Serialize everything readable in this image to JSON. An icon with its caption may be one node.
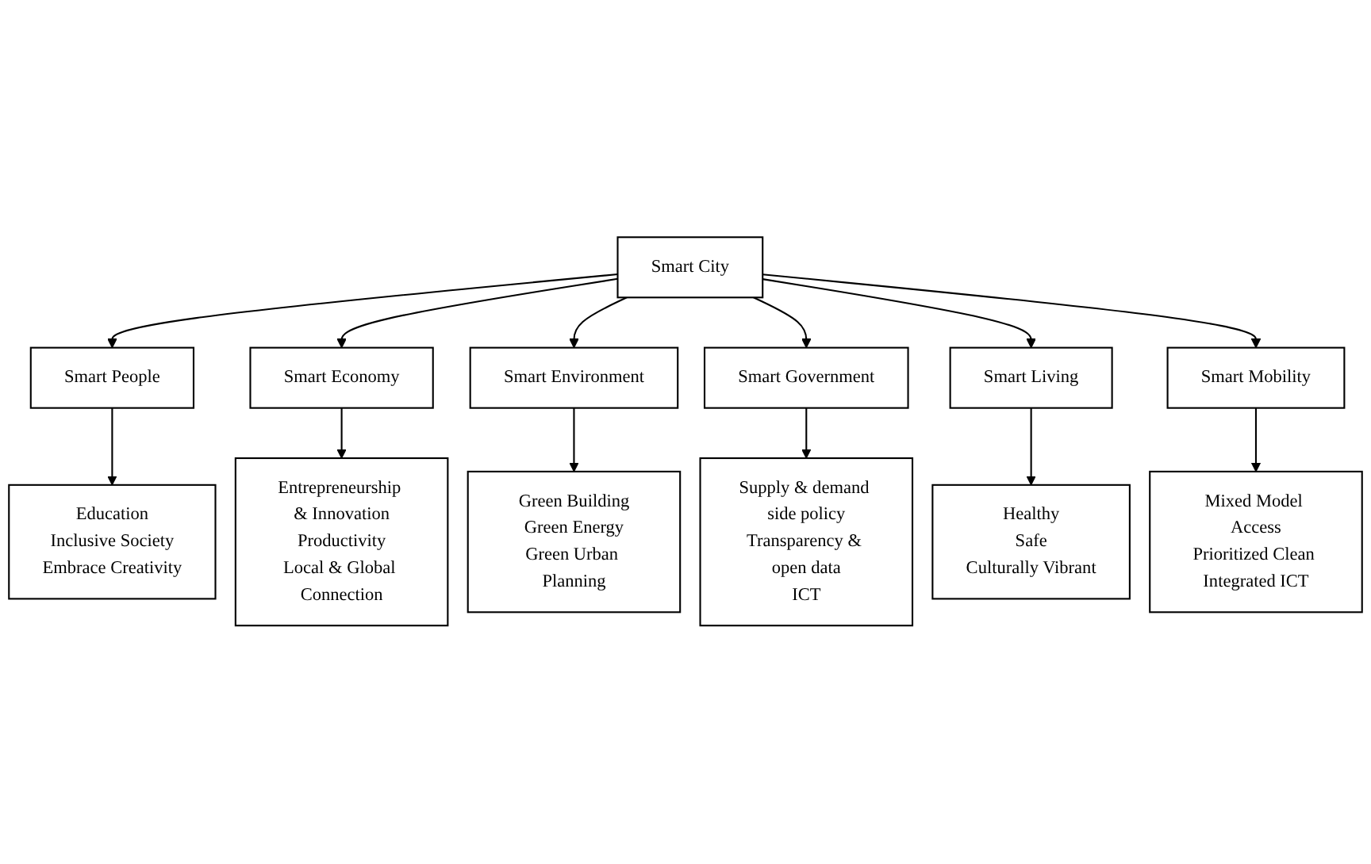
{
  "diagram": {
    "nodes": [
      {
        "text": [
          "Smart City"
        ]
      },
      {
        "text": [
          "Smart People"
        ]
      },
      {
        "text": [
          "Smart Economy"
        ]
      },
      {
        "text": [
          "Smart Environment"
        ]
      },
      {
        "text": [
          "Smart Government"
        ]
      },
      {
        "text": [
          "Smart Living"
        ]
      },
      {
        "text": [
          "Smart Mobility"
        ]
      },
      {
        "text": [
          "Education",
          "Inclusive Society",
          "Embrace Creativity"
        ]
      },
      {
        "text": [
          "Entrepreneurship & Innovation",
          "Productivity",
          "Local & Global Connection"
        ]
      },
      {
        "text": [
          "Green Building",
          "Green Energy",
          "Green Urban Planning"
        ]
      },
      {
        "text": [
          "Supply & demand side policy",
          "Transparency & open data",
          "ICT"
        ]
      },
      {
        "text": [
          "Healthy",
          "Safe",
          "Culturally Vibrant"
        ]
      },
      {
        "text": [
          "Mixed Model Access",
          "Prioritized Clean Integrated ICT"
        ]
      }
    ],
    "edges": [
      {
        "from": 0,
        "to": 1,
        "arrow": "to"
      },
      {
        "from": 0,
        "to": 2,
        "arrow": "to"
      },
      {
        "from": 0,
        "to": 3,
        "arrow": "to"
      },
      {
        "from": 0,
        "to": 4,
        "arrow": "to"
      },
      {
        "from": 0,
        "to": 5,
        "arrow": "to"
      },
      {
        "from": 0,
        "to": 6,
        "arrow": "to"
      },
      {
        "from": 1,
        "to": 7,
        "arrow": "to"
      },
      {
        "from": 2,
        "to": 8,
        "arrow": "to"
      },
      {
        "from": 3,
        "to": 9,
        "arrow": "to"
      },
      {
        "from": 4,
        "to": 10,
        "arrow": "to"
      },
      {
        "from": 5,
        "to": 11,
        "arrow": "to"
      },
      {
        "from": 6,
        "to": 12,
        "arrow": "to"
      }
    ]
  }
}
